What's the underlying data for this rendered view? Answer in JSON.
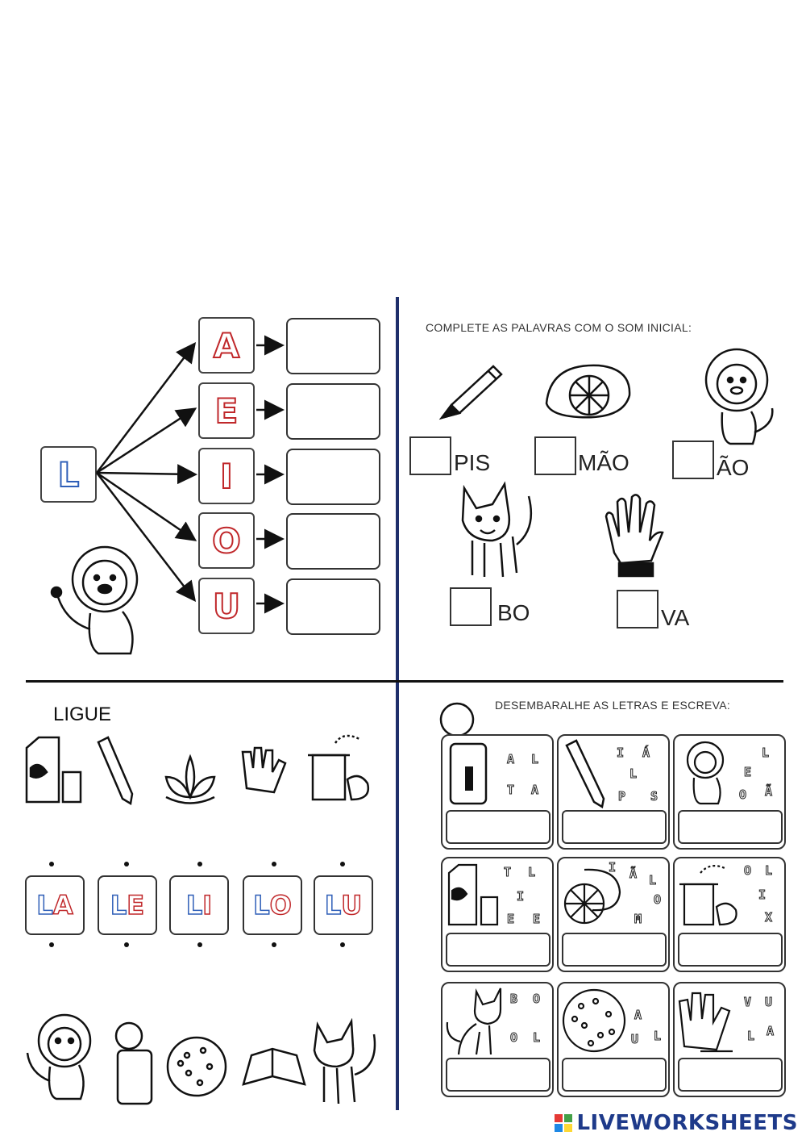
{
  "q1": {
    "source_letter": "L",
    "vowels": [
      "A",
      "E",
      "I",
      "O",
      "U"
    ]
  },
  "q2": {
    "instruction": "COMPLETE AS PALAVRAS COM O SOM INICIAL:",
    "words": [
      "PIS",
      "MÃO",
      "ÃO",
      "BO",
      "VA"
    ]
  },
  "q3": {
    "title": "LIGUE",
    "syllables": [
      "LA",
      "LE",
      "LI",
      "LO",
      "LU"
    ]
  },
  "q4": {
    "instruction": "DESEMBARALHE AS LETRAS E ESCREVA:",
    "cells": [
      {
        "letters": [
          "A",
          "L",
          "T",
          "A"
        ]
      },
      {
        "letters": [
          "I",
          "Á",
          "L",
          "P",
          "S"
        ]
      },
      {
        "letters": [
          "L",
          "E",
          "O",
          "Ã"
        ]
      },
      {
        "letters": [
          "T",
          "L",
          "I",
          "E",
          "E"
        ]
      },
      {
        "letters": [
          "I",
          "Ã",
          "L",
          "M",
          "O"
        ]
      },
      {
        "letters": [
          "O",
          "L",
          "I",
          "X"
        ]
      },
      {
        "letters": [
          "B",
          "O",
          "O",
          "L"
        ]
      },
      {
        "letters": [
          "A",
          "U",
          "L"
        ]
      },
      {
        "letters": [
          "V",
          "U",
          "L",
          "A"
        ]
      }
    ]
  },
  "brand": {
    "name": "LIVEWORKSHEETS",
    "accent": "#1e3a8a"
  }
}
